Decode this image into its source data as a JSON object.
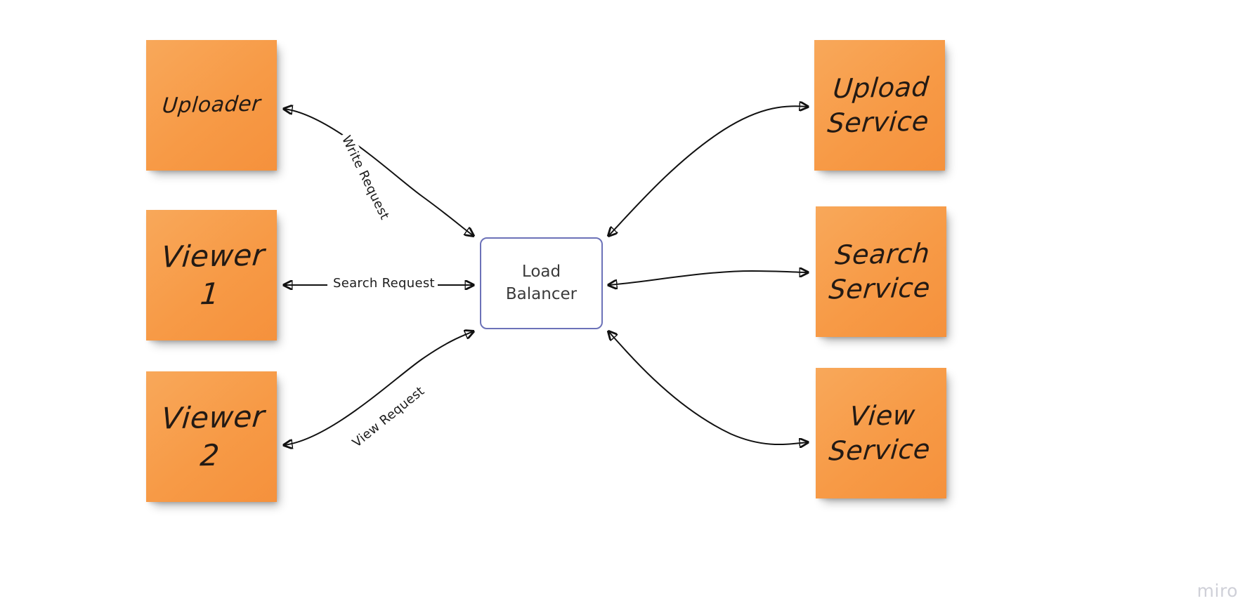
{
  "canvas": {
    "background": "#ffffff",
    "watermark": "miro"
  },
  "palette": {
    "sticky_fill": "#f79a46",
    "sticky_text": "#231a14",
    "box_border": "#6c72b8",
    "box_fill": "#ffffff",
    "box_text": "#3b3b3b",
    "edge_stroke": "#111111",
    "watermark_text": "#cfd0d8"
  },
  "nodes": {
    "uploader": {
      "label": "Uploader",
      "shape": "sticky-note"
    },
    "viewer1": {
      "label": "Viewer\n1",
      "shape": "sticky-note"
    },
    "viewer2": {
      "label": "Viewer\n2",
      "shape": "sticky-note"
    },
    "load_balancer": {
      "label": "Load\nBalancer",
      "shape": "rounded-rect"
    },
    "upload_service": {
      "label": "Upload\nService",
      "shape": "sticky-note"
    },
    "search_service": {
      "label": "Search\nService",
      "shape": "sticky-note"
    },
    "view_service": {
      "label": "View\nService",
      "shape": "sticky-note"
    }
  },
  "edges": [
    {
      "from": "uploader",
      "to": "load_balancer",
      "label": "Write Request",
      "arrows": "both"
    },
    {
      "from": "viewer1",
      "to": "load_balancer",
      "label": "Search Request",
      "arrows": "both"
    },
    {
      "from": "viewer2",
      "to": "load_balancer",
      "label": "View Request",
      "arrows": "both"
    },
    {
      "from": "load_balancer",
      "to": "upload_service",
      "label": "",
      "arrows": "both"
    },
    {
      "from": "load_balancer",
      "to": "search_service",
      "label": "",
      "arrows": "both"
    },
    {
      "from": "load_balancer",
      "to": "view_service",
      "label": "",
      "arrows": "both"
    }
  ]
}
